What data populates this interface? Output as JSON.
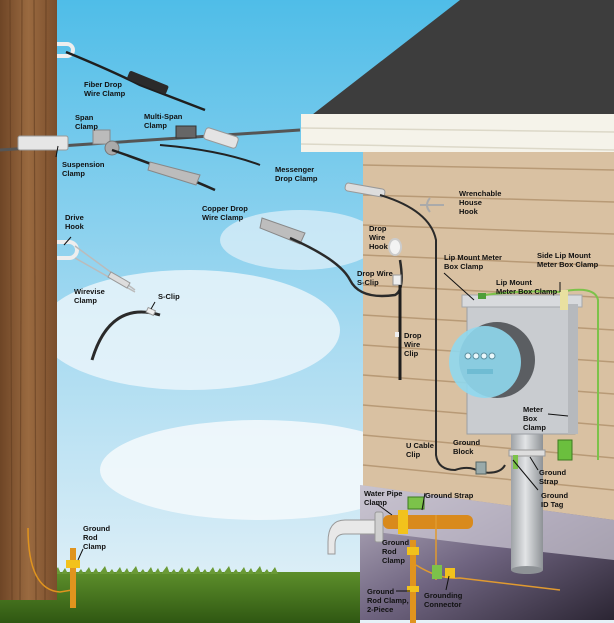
{
  "title": "Drop wire and grounding hardware installation diagram",
  "colors": {
    "sky": "#5ec4ea",
    "cloud": "#e8f3fa",
    "pole": "#8a5a34",
    "roof": "#3d3d3d",
    "fascia": "#f7f5ee",
    "siding": "#d9c1a2",
    "siding_line": "#bfa27e",
    "foundation": "#7a6f86",
    "grass": "#3e6e1c",
    "copper": "#e0941e",
    "ground_wire_green": "#7cc24a",
    "meter_gray": "#c8cbce",
    "meter_glass": "#8ed6ea",
    "wire": "#2a2a2a",
    "label_text": "#111111"
  },
  "labels": {
    "fiber_drop_wire_clamp": "Fiber Drop\nWire Clamp",
    "span_clamp": "Span\nClamp",
    "multi_span_clamp": "Multi-Span\nClamp",
    "suspension_clamp": "Suspension\nClamp",
    "messenger_drop_clamp": "Messenger\nDrop Clamp",
    "copper_drop_wire_clamp": "Copper Drop\nWire Clamp",
    "wrenchable_house_hook": "Wrenchable\nHouse\nHook",
    "drive_hook": "Drive\nHook",
    "drop_wire_hook": "Drop\nWire\nHook",
    "drop_wire_s_clip": "Drop Wire\nS-Clip",
    "lip_mount_meter_box_clamp_1": "Lip Mount Meter\nBox Clamp",
    "lip_mount_meter_box_clamp_2": "Lip Mount\nMeter Box Clamp",
    "side_lip_mount_meter_box_clamp": "Side Lip Mount\nMeter Box Clamp",
    "wirevise_clamp": "Wirevise\nClamp",
    "s_clip": "S-Clip",
    "drop_wire_clip": "Drop\nWire\nClip",
    "meter_box_clamp": "Meter\nBox\nClamp",
    "u_cable_clip": "U Cable\nClip",
    "ground_block": "Ground\nBlock",
    "ground_strap_meter": "Ground\nStrap",
    "ground_id_tag": "Ground\nID Tag",
    "water_pipe_clamp": "Water Pipe\nClamp",
    "ground_strap_pipe": "Ground Strap",
    "ground_rod_clamp_house": "Ground\nRod\nClamp",
    "ground_rod_clamp_pole": "Ground\nRod\nClamp",
    "ground_rod_clamp_2_piece": "Ground\nRod Clamp,\n2-Piece",
    "grounding_connector": "Grounding\nConnector"
  }
}
